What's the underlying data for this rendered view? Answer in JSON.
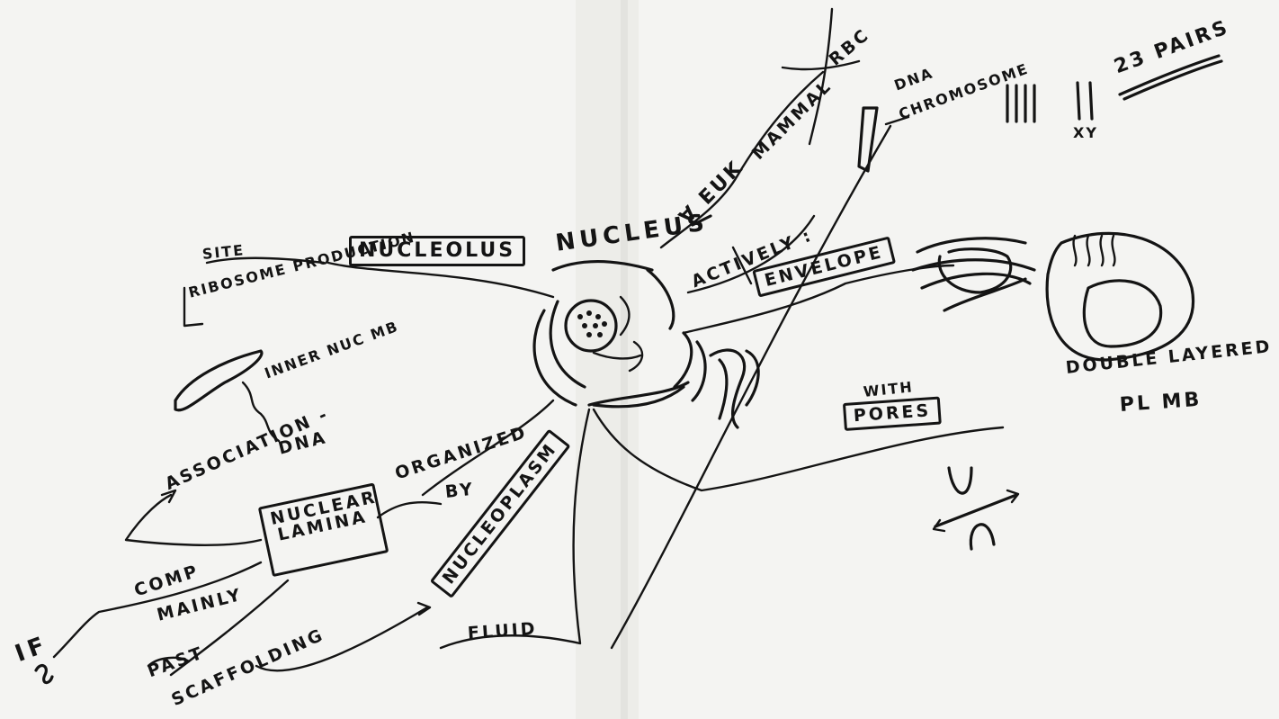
{
  "sketch": {
    "nucleus": "NUCLEUS",
    "nucleolus": "NUCLEOLUS",
    "site": "SITE",
    "ribosome_production": "RIBOSOME PRODUCTION",
    "inner_nuc_mb": "INNER NUC MB",
    "association": "ASSOCIATION -",
    "dna_left": "DNA",
    "nuclear_lamina_line1": "NUCLEAR",
    "nuclear_lamina_line2": "LAMINA",
    "organized": "ORGANIZED",
    "by": "BY",
    "comp": "COMP",
    "mainly": "MAINLY",
    "if_label": "IF",
    "past": "PAST",
    "scaffolding": "SCAFFOLDING",
    "nucleoplasm": "NUCLEOPLASM",
    "fluid": "FLUID",
    "euk": "∀ EUK",
    "mammal": "MAMMAL",
    "rbc": "RBC",
    "dna_right": "DNA",
    "chromosome": "CHROMOSOME",
    "tally_marks": "||||",
    "xy_marks": "||",
    "xy": "XY",
    "pairs": "23 PAIRS",
    "actively": "ACTIVELY :",
    "envelope": "ENVELOPE",
    "double_layer": "DOUBLE LAYERED",
    "pl_mb": "PL MB",
    "with": "WITH",
    "pores": "PORES"
  }
}
